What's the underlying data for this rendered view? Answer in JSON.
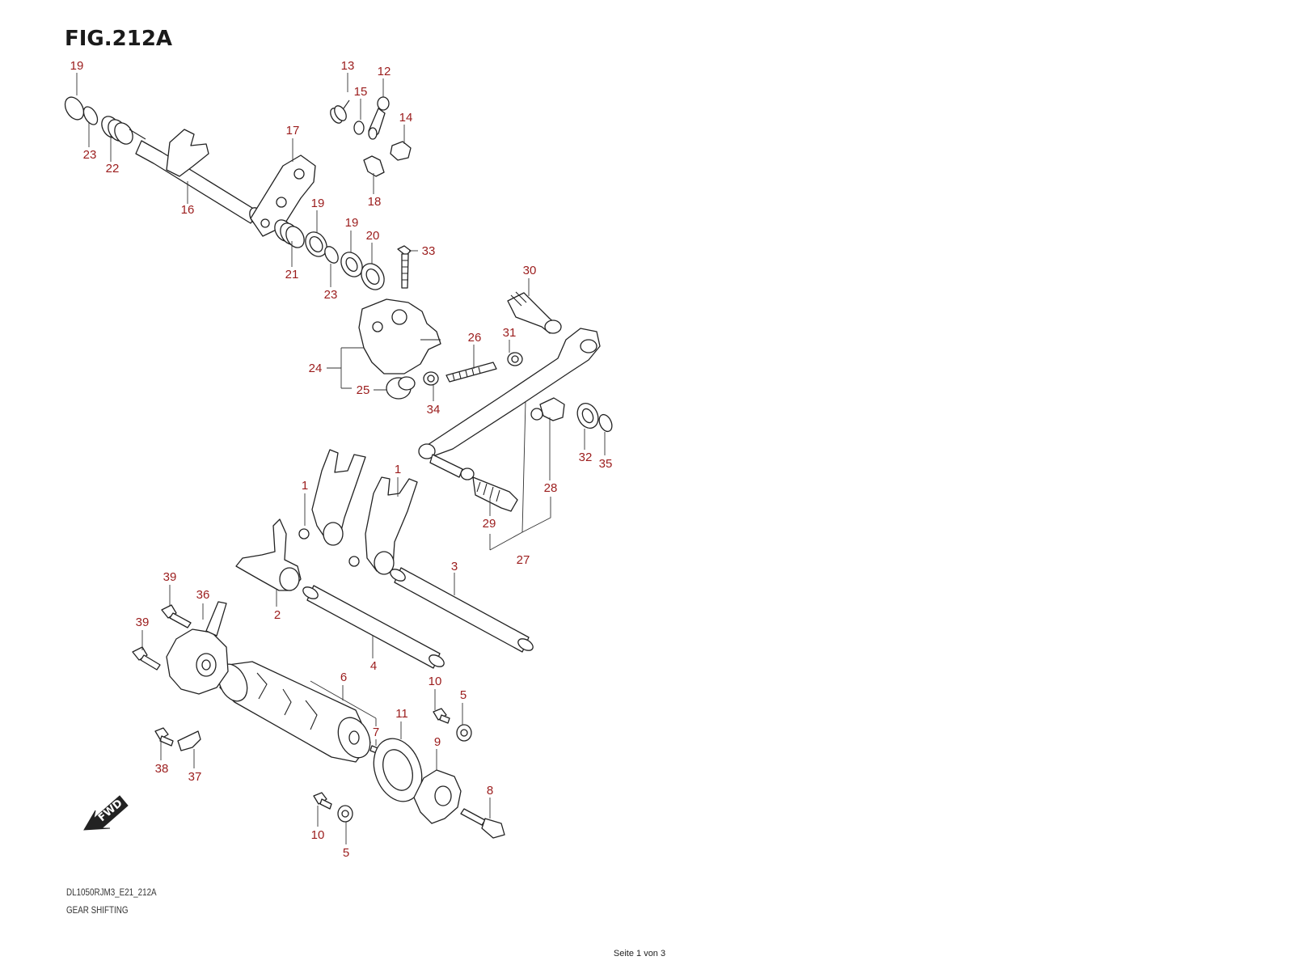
{
  "figure": {
    "title": "FIG.212A",
    "model_code": "DL1050RJM3_E21_212A",
    "section_title": "GEAR SHIFTING",
    "page_label": "Seite 1 von 3",
    "fwd_label": "FWD"
  },
  "colors": {
    "callout": "#9b1c1c",
    "line": "#222222"
  },
  "callouts": [
    {
      "id": "c-19a",
      "label": "19"
    },
    {
      "id": "c-23a",
      "label": "23"
    },
    {
      "id": "c-22",
      "label": "22"
    },
    {
      "id": "c-16",
      "label": "16"
    },
    {
      "id": "c-13",
      "label": "13"
    },
    {
      "id": "c-15",
      "label": "15"
    },
    {
      "id": "c-12",
      "label": "12"
    },
    {
      "id": "c-14",
      "label": "14"
    },
    {
      "id": "c-18",
      "label": "18"
    },
    {
      "id": "c-17",
      "label": "17"
    },
    {
      "id": "c-19b",
      "label": "19"
    },
    {
      "id": "c-19c",
      "label": "19"
    },
    {
      "id": "c-20",
      "label": "20"
    },
    {
      "id": "c-21",
      "label": "21"
    },
    {
      "id": "c-23b",
      "label": "23"
    },
    {
      "id": "c-33",
      "label": "33"
    },
    {
      "id": "c-30",
      "label": "30"
    },
    {
      "id": "c-26",
      "label": "26"
    },
    {
      "id": "c-31",
      "label": "31"
    },
    {
      "id": "c-24",
      "label": "24"
    },
    {
      "id": "c-25",
      "label": "25"
    },
    {
      "id": "c-34",
      "label": "34"
    },
    {
      "id": "c-32",
      "label": "32"
    },
    {
      "id": "c-35",
      "label": "35"
    },
    {
      "id": "c-28",
      "label": "28"
    },
    {
      "id": "c-29",
      "label": "29"
    },
    {
      "id": "c-27",
      "label": "27"
    },
    {
      "id": "c-1a",
      "label": "1"
    },
    {
      "id": "c-1b",
      "label": "1"
    },
    {
      "id": "c-3",
      "label": "3"
    },
    {
      "id": "c-2",
      "label": "2"
    },
    {
      "id": "c-4",
      "label": "4"
    },
    {
      "id": "c-39a",
      "label": "39"
    },
    {
      "id": "c-36",
      "label": "36"
    },
    {
      "id": "c-39b",
      "label": "39"
    },
    {
      "id": "c-6",
      "label": "6"
    },
    {
      "id": "c-10a",
      "label": "10"
    },
    {
      "id": "c-5a",
      "label": "5"
    },
    {
      "id": "c-11",
      "label": "11"
    },
    {
      "id": "c-7",
      "label": "7"
    },
    {
      "id": "c-9",
      "label": "9"
    },
    {
      "id": "c-8",
      "label": "8"
    },
    {
      "id": "c-38",
      "label": "38"
    },
    {
      "id": "c-37",
      "label": "37"
    },
    {
      "id": "c-10b",
      "label": "10"
    },
    {
      "id": "c-5b",
      "label": "5"
    }
  ]
}
